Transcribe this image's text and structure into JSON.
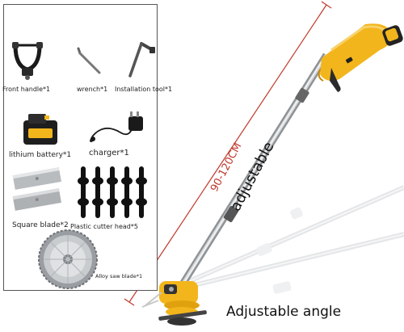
{
  "accessories": {
    "front_handle": "Front handle*1",
    "wrench": "wrench*1",
    "installation_tool": "Installation tool*1",
    "lithium_battery": "lithium battery*1",
    "charger": "charger*1",
    "square_blade": "Square blade*2",
    "plastic_cutter_head": "Plastic cutter head*5",
    "alloy_saw_blade": "Alloy saw blade*1"
  },
  "product": {
    "length_range": "90-120CM",
    "adjustable": "adjustable",
    "adjustable_angle": "Adjustable angle"
  },
  "colors": {
    "body_yellow": "#f2b51c",
    "dimension_red": "#c0392b",
    "metal": "#b9bcbf"
  }
}
